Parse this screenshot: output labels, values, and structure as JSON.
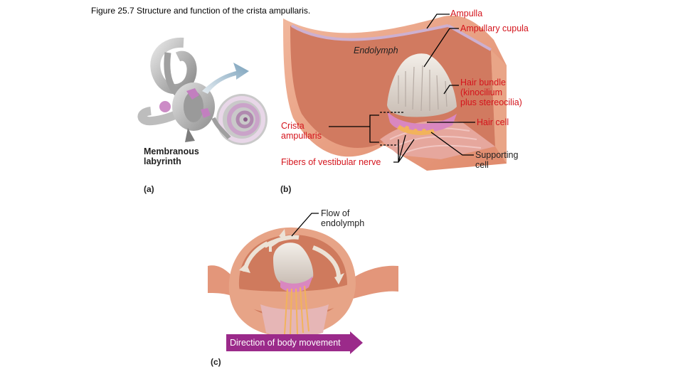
{
  "figure_title": "Figure 25.7  Structure and function of the crista ampullaris.",
  "panel_a": {
    "tag": "(a)",
    "label_line1": "Membranous",
    "label_line2": "labyrinth"
  },
  "panel_b": {
    "tag": "(b)",
    "ampulla": "Ampulla",
    "ampullary_cupula": "Ampullary cupula",
    "endolymph": "Endolymph",
    "hair_bundle_1": "Hair bundle",
    "hair_bundle_2": "(kinocilium",
    "hair_bundle_3": "plus stereocilia)",
    "hair_cell": "Hair cell",
    "crista_1": "Crista",
    "crista_2": "ampullaris",
    "fibers": "Fibers of vestibular nerve",
    "supporting_1": "Supporting",
    "supporting_2": "cell"
  },
  "panel_c": {
    "tag": "(c)",
    "flow_1": "Flow of",
    "flow_2": "endolymph",
    "direction": "Direction of body movement"
  },
  "colors": {
    "label_red": "#d4141c",
    "arrow_purple": "#9b2a8a"
  }
}
